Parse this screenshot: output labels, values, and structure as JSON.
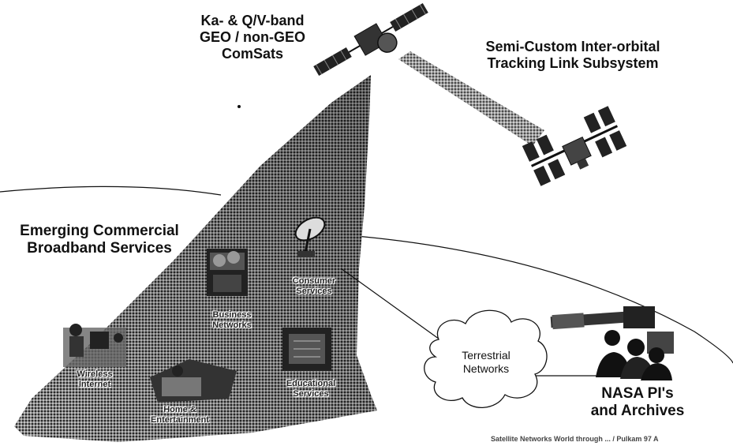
{
  "title_geo": [
    "Ka- & Q/V-band",
    "GEO / non-GEO",
    "ComSats"
  ],
  "title_tracking": [
    "Semi-Custom Inter-orbital",
    "Tracking Link Subsystem"
  ],
  "title_emerging": [
    "Emerging Commercial",
    "Broadband Services"
  ],
  "cloud_label": [
    "Terrestrial",
    "Networks"
  ],
  "nasa_label": [
    "NASA PI's",
    "and Archives"
  ],
  "services": {
    "consumer": [
      "Consumer",
      "Services"
    ],
    "business": [
      "Business",
      "Networks"
    ],
    "wireless": [
      "Wireless",
      "Internet"
    ],
    "home": [
      "Home &",
      "Entertainment"
    ],
    "educational": [
      "Educational",
      "Services"
    ]
  },
  "footer_note": "Satellite Networks World through ... / Pulkam 97 A"
}
